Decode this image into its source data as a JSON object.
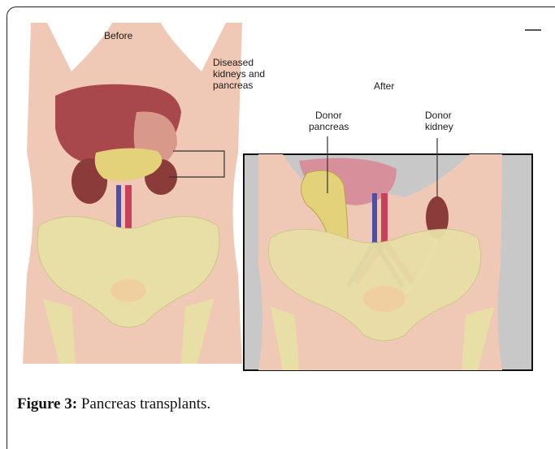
{
  "figure": {
    "labels": {
      "before": "Before",
      "after": "After",
      "diseased_line1": "Diseased",
      "diseased_line2": "kidneys and",
      "diseased_line3": "pancreas",
      "donor_pancreas_line1": "Donor",
      "donor_pancreas_line2": "pancreas",
      "donor_kidney_line1": "Donor",
      "donor_kidney_line2": "kidney"
    },
    "caption_label": "Figure 3:",
    "caption_text": "Pancreas transplants.",
    "colors": {
      "skin": "#f0c9b6",
      "liver": "#a8484c",
      "pancreas": "#e4d27a",
      "kidney": "#8a3b3a",
      "bone": "#e8dfa6",
      "artery": "#c9405a",
      "vein": "#4b4fa8",
      "inset_bg": "#c8c8c8"
    }
  }
}
